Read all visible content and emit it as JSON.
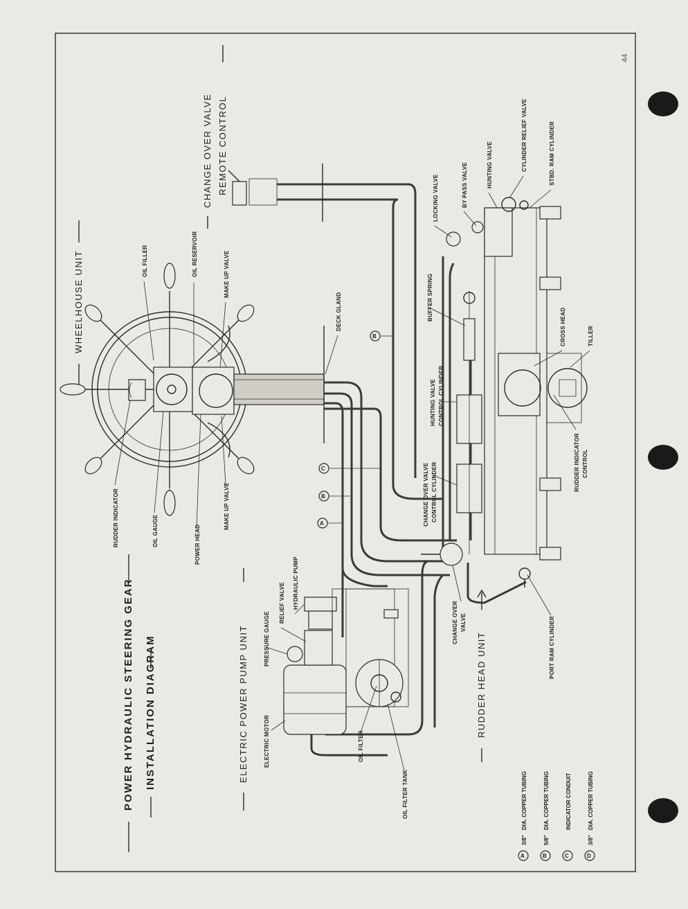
{
  "page_number": "44",
  "title": {
    "line1": "POWER  HYDRAULIC  STEERING  GEAR",
    "line2": "INSTALLATION  DIAGRAM"
  },
  "units": {
    "wheelhouse": "WHEELHOUSE  UNIT",
    "change_over_line1": "CHANGE OVER VALVE",
    "change_over_line2": "REMOTE CONTROL",
    "electric_pump": "ELECTRIC  POWER  PUMP  UNIT",
    "rudder_head": "RUDDER  HEAD  UNIT"
  },
  "labels": {
    "oil_filler": "OIL FILLER",
    "oil_reservoir": "OIL RESERVOIR",
    "make_up_valve_top": "MAKE UP VALVE",
    "rudder_indicator": "RUDDER INDICATOR",
    "oil_gauge": "OIL GAUGE",
    "power_head": "POWER HEAD",
    "make_up_valve_bottom": "MAKE UP VALVE",
    "deck_gland": "DECK GLAND",
    "buffer_spring": "BUFFER SPRING",
    "locking_valve": "LOCKING  VALVE",
    "by_pass_valve": "BY PASS VALVE",
    "hunting_valve": "HUNTING  VALVE",
    "cylinder_relief_valve": "CYLINDER  RELIEF VALVE",
    "stbd_ram_cylinder": "STBD. RAM CYLINDER",
    "cross_head": "CROSS  HEAD",
    "tiller": "TILLER",
    "hunting_valve_ctrl_1": "HUNTING  VALVE",
    "hunting_valve_ctrl_2": "CONTROL  CYLINDER",
    "rudder_indicator_ctrl_1": "RUDDER INDICATOR",
    "rudder_indicator_ctrl_2": "CONTROL",
    "change_over_ctrl_1": "CHANGE OVER VALVE",
    "change_over_ctrl_2": "CONTROL  CYLINDER",
    "change_over_valve_1": "CHANGE  OVER",
    "change_over_valve_2": "VALVE",
    "port_ram_cylinder": "PORT  RAM  CYLINDER",
    "hydraulic_pump": "HYDRAULIC  PUMP",
    "relief_valve": "RELIEF  VALVE",
    "pressure_gauge": "PRESSURE  GAUGE",
    "electric_motor": "ELECTRIC  MOTOR",
    "oil_filter": "OIL  FILTER",
    "oil_filter_tank": "OIL  FILTER  TANK"
  },
  "line_tags": {
    "a": "A",
    "b": "B",
    "c": "C",
    "b2": "B"
  },
  "legend": [
    {
      "letter": "A",
      "size": "3/8\"",
      "text": "DIA. COPPER  TUBING"
    },
    {
      "letter": "B",
      "size": "5/8\"",
      "text": "DIA. COPPER  TUBING"
    },
    {
      "letter": "C",
      "size": "",
      "text": "INDICATOR  CONDUIT"
    },
    {
      "letter": "D",
      "size": "3/8\"",
      "text": "DIA. COPPER TUBING"
    }
  ]
}
